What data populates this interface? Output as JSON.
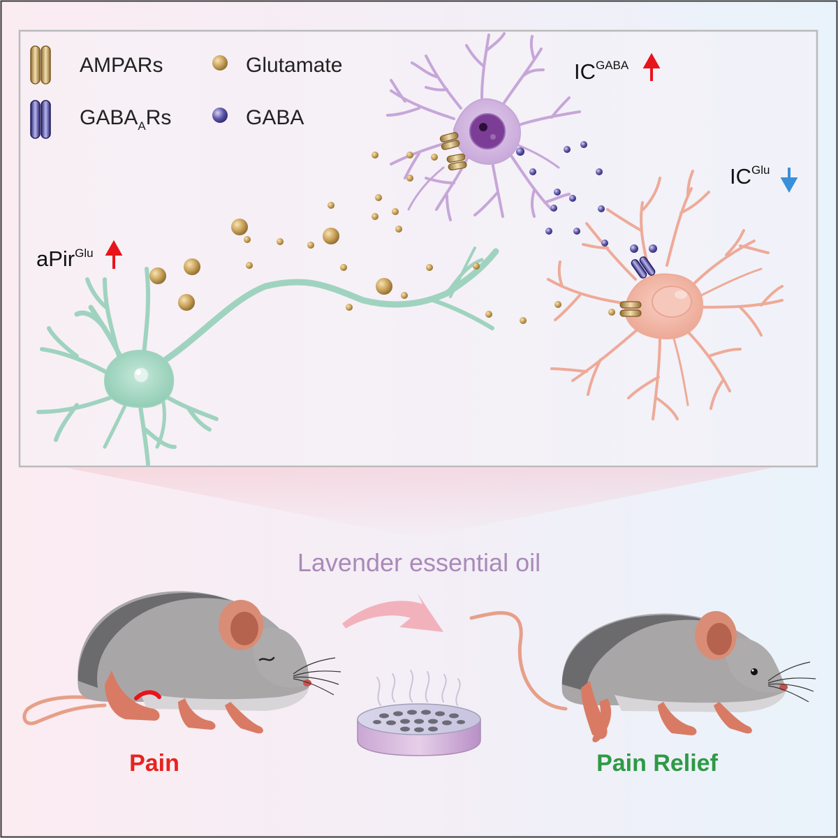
{
  "legend": {
    "ampar": "AMPARs",
    "glutamate": "Glutamate",
    "gabaar_main": "GABA",
    "gabaar_sub": "A",
    "gabaar_tail": "Rs",
    "gaba": "GABA"
  },
  "labels": {
    "apir_main": "aPir",
    "apir_sup": "Glu",
    "icgaba_main": "IC",
    "icgaba_sup": "GABA",
    "icglu_main": "IC",
    "icglu_sup": "Glu"
  },
  "treatment": "Lavender essential oil",
  "states": {
    "pain": "Pain",
    "relief": "Pain Relief"
  },
  "colors": {
    "up_arrow": "#e8141b",
    "down_arrow": "#3a8fd9",
    "pain_text": "#e8221e",
    "relief_text": "#2e9a45",
    "treatment_text": "#a98ab8",
    "green_neuron": "#9fd3bf",
    "purple_neuron": "#c6a6d8",
    "pink_neuron": "#eeaa98",
    "glutamate": "#c29a4f",
    "gaba": "#5a53a3"
  }
}
